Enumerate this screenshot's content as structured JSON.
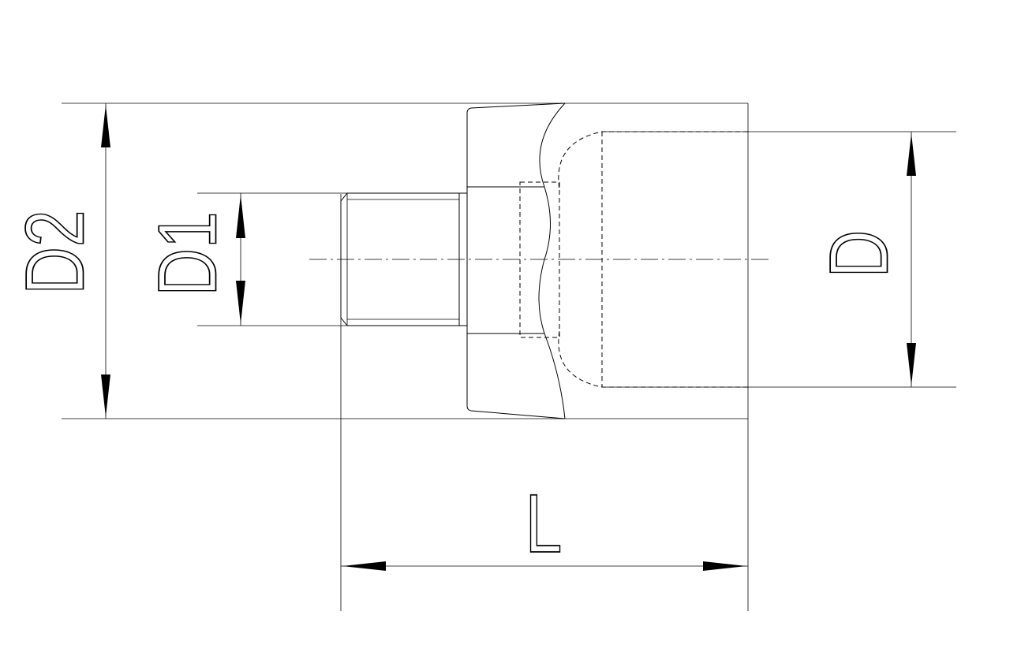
{
  "labels": {
    "d2": "D2",
    "d1": "D1",
    "d": "D",
    "l": "L"
  }
}
